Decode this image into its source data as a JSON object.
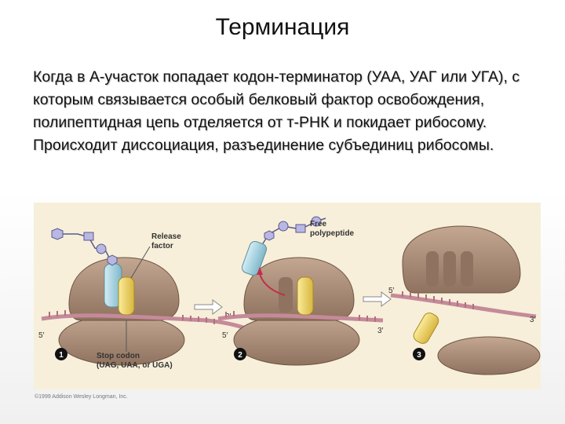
{
  "slide": {
    "title": "Терминация",
    "paragraph": "Когда в А-участок попадает кодон-терминатор (УАА, УАГ или УГА), с которым связывается особый белковый фактор освобождения, полипептидная цепь отделяется от т-РНК и покидает рибосому. Происходит диссоциация, разъединение субъединиц рибосомы."
  },
  "figure": {
    "labels": {
      "release_factor_1": "Release",
      "release_factor_2": "factor",
      "free_polypeptide_1": "Free",
      "free_polypeptide_2": "polypeptide",
      "stop_codon_1": "Stop codon",
      "stop_codon_2": "(UAG, UAA, or UGA)",
      "five_prime": "5′",
      "three_prime": "3′"
    },
    "steps": [
      "1",
      "2",
      "3"
    ],
    "copyright": "©1999 Addison Wesley Longman, Inc."
  },
  "colors": {
    "figure_bg": "#f7efd9",
    "ribosome": "#a98a74",
    "ribosome_dark": "#7d6352",
    "mrna": "#c58a9a",
    "trna": "#9ed1e0",
    "release_factor": "#f1d66a",
    "polypeptide": "#b9b7e3"
  }
}
